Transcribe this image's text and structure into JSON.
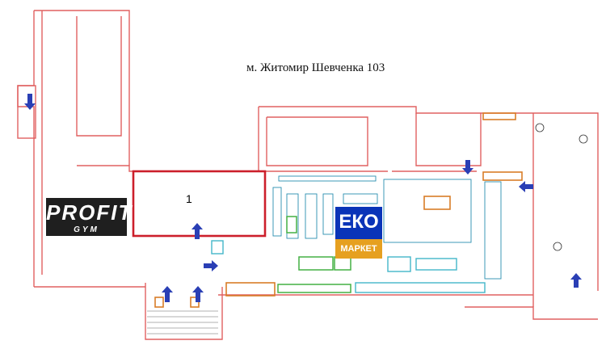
{
  "title": "м. Житомир Шевченка 103",
  "unit": {
    "label": "1"
  },
  "tenants": {
    "gym": {
      "logo_main": "PROFIT",
      "logo_sub": "GYM"
    },
    "supermarket": {
      "logo_top": "ЕКО",
      "logo_bottom": "МАРКЕТ"
    }
  },
  "colors": {
    "wall": "#e06060",
    "highlight": "#cc1f2b",
    "shelf_green": "#44b044",
    "shelf_cyan": "#43b6c9",
    "furniture_orange": "#d97d28",
    "arrow_blue": "#2a3fb5"
  },
  "icons": [
    "entrance-arrow-icon",
    "stairs-icon",
    "toilet-icon"
  ]
}
